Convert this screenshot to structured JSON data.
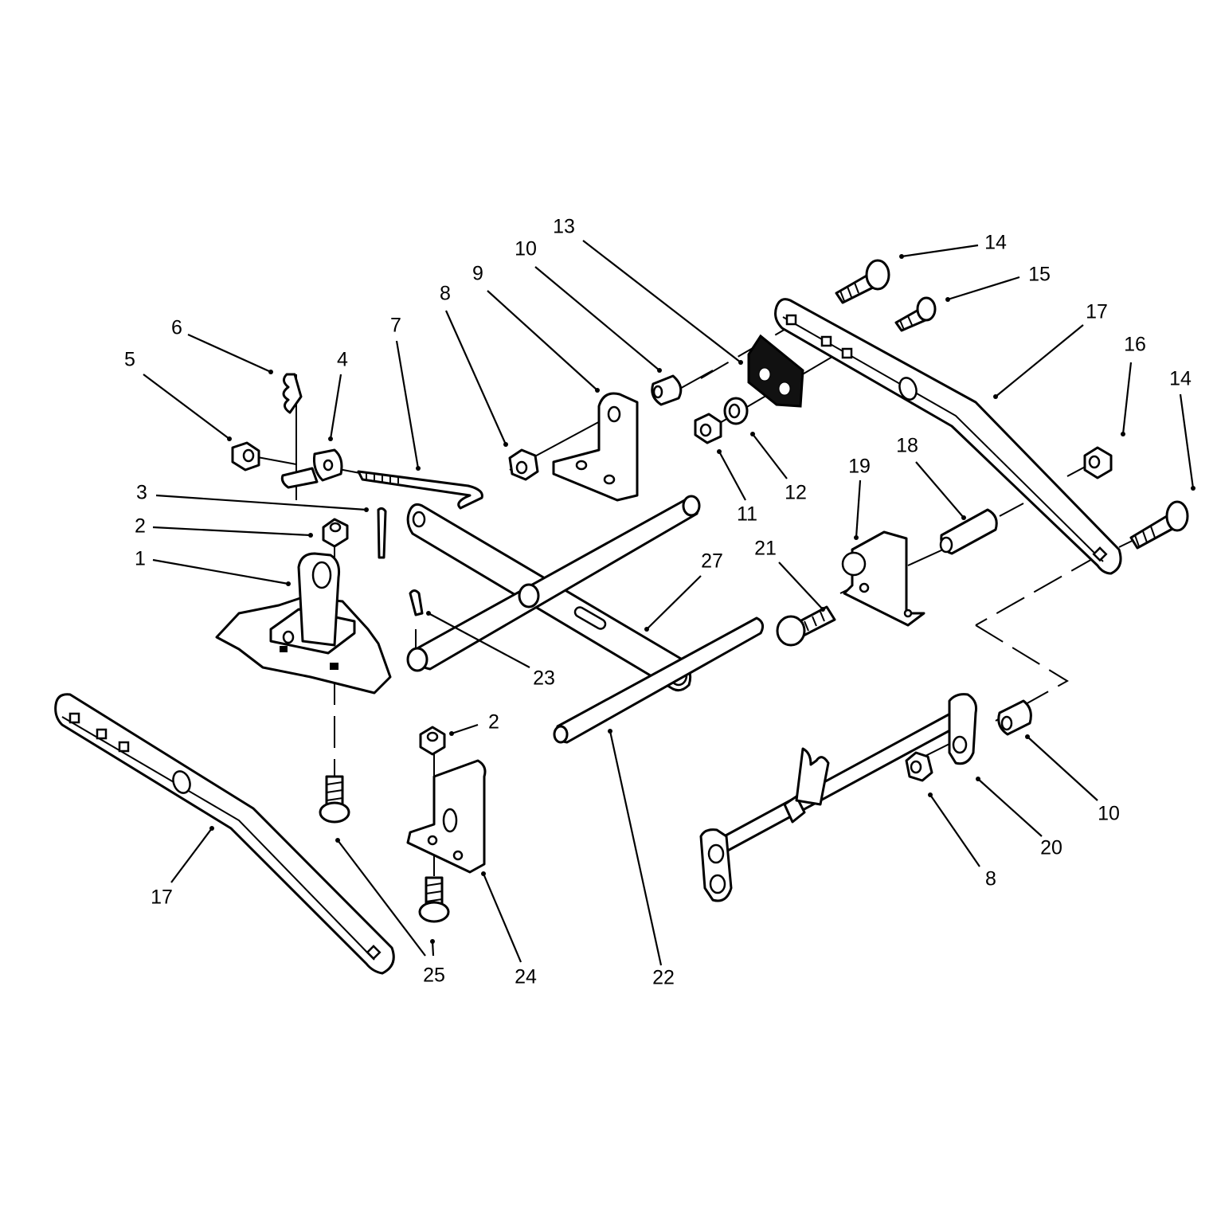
{
  "callouts": {
    "c1": "1",
    "c2a": "2",
    "c2b": "2",
    "c3": "3",
    "c4": "4",
    "c5": "5",
    "c6": "6",
    "c7": "7",
    "c8a": "8",
    "c8b": "8",
    "c9": "9",
    "c10a": "10",
    "c10b": "10",
    "c11": "11",
    "c12": "12",
    "c13": "13",
    "c14a": "14",
    "c14b": "14",
    "c15": "15",
    "c16": "16",
    "c17a": "17",
    "c17b": "17",
    "c18": "18",
    "c19": "19",
    "c20": "20",
    "c21": "21",
    "c22": "22",
    "c23": "23",
    "c24": "24",
    "c25": "25",
    "c27": "27"
  }
}
